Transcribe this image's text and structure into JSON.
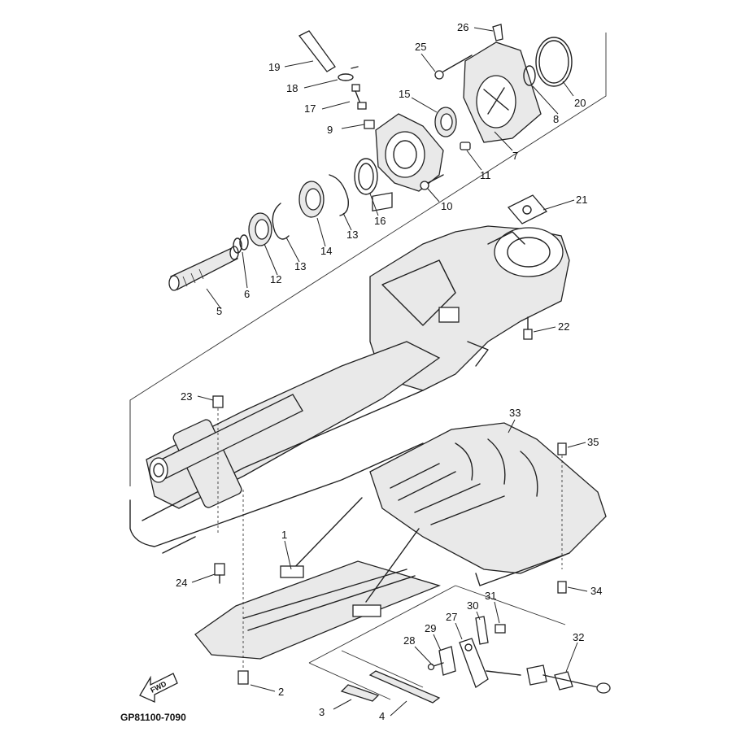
{
  "diagram_code": "GP81100-7090",
  "fwd_label": "FWD",
  "callouts": [
    {
      "id": "c1",
      "label": "1"
    },
    {
      "id": "c2",
      "label": "2"
    },
    {
      "id": "c3",
      "label": "3"
    },
    {
      "id": "c4",
      "label": "4"
    },
    {
      "id": "c5",
      "label": "5"
    },
    {
      "id": "c6",
      "label": "6"
    },
    {
      "id": "c7",
      "label": "7"
    },
    {
      "id": "c8",
      "label": "8"
    },
    {
      "id": "c9",
      "label": "9"
    },
    {
      "id": "c10",
      "label": "10"
    },
    {
      "id": "c11",
      "label": "11"
    },
    {
      "id": "c12",
      "label": "12"
    },
    {
      "id": "c13a",
      "label": "13"
    },
    {
      "id": "c13b",
      "label": "13"
    },
    {
      "id": "c14",
      "label": "14"
    },
    {
      "id": "c15",
      "label": "15"
    },
    {
      "id": "c16",
      "label": "16"
    },
    {
      "id": "c17",
      "label": "17"
    },
    {
      "id": "c18",
      "label": "18"
    },
    {
      "id": "c19",
      "label": "19"
    },
    {
      "id": "c20",
      "label": "20"
    },
    {
      "id": "c21",
      "label": "21"
    },
    {
      "id": "c22",
      "label": "22"
    },
    {
      "id": "c23",
      "label": "23"
    },
    {
      "id": "c24",
      "label": "24"
    },
    {
      "id": "c25",
      "label": "25"
    },
    {
      "id": "c26",
      "label": "26"
    },
    {
      "id": "c27",
      "label": "27"
    },
    {
      "id": "c28",
      "label": "28"
    },
    {
      "id": "c29",
      "label": "29"
    },
    {
      "id": "c30",
      "label": "30"
    },
    {
      "id": "c31",
      "label": "31"
    },
    {
      "id": "c32",
      "label": "32"
    },
    {
      "id": "c33",
      "label": "33"
    },
    {
      "id": "c34",
      "label": "34"
    },
    {
      "id": "c35",
      "label": "35"
    }
  ]
}
